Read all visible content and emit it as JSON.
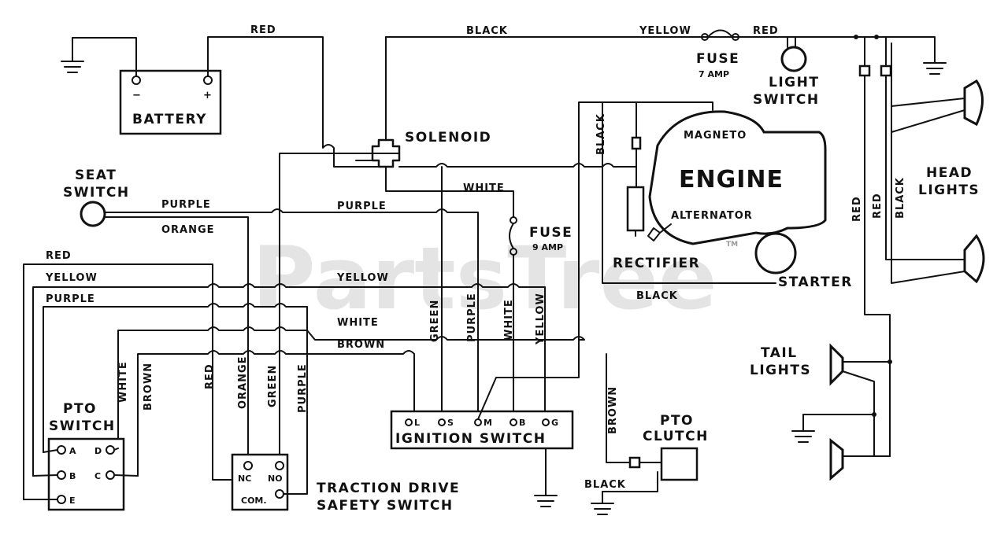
{
  "watermark": "PartsTree",
  "trademark": "TM",
  "components": {
    "battery": "BATTERY",
    "battery_neg": "−",
    "battery_pos": "+",
    "solenoid": "SOLENOID",
    "seat_switch": [
      "SEAT",
      "SWITCH"
    ],
    "fuse_7": [
      "FUSE",
      "7 AMP"
    ],
    "fuse_9": [
      "FUSE",
      "9 AMP"
    ],
    "light_switch": [
      "LIGHT",
      "SWITCH"
    ],
    "magneto": "MAGNETO",
    "engine": "ENGINE",
    "alternator": "ALTERNATOR",
    "rectifier": "RECTIFIER",
    "starter": "STARTER",
    "head_lights": [
      "HEAD",
      "LIGHTS"
    ],
    "tail_lights": [
      "TAIL",
      "LIGHTS"
    ],
    "pto_switch": [
      "PTO",
      "SWITCH"
    ],
    "pto_switch_terms": [
      "A",
      "D",
      "B",
      "C",
      "E"
    ],
    "ignition_switch": "IGNITION SWITCH",
    "ignition_terms": [
      "L",
      "S",
      "M",
      "B",
      "G"
    ],
    "traction_switch": [
      "TRACTION DRIVE",
      "SAFETY SWITCH"
    ],
    "traction_terms": [
      "NC",
      "NO",
      "COM."
    ],
    "pto_clutch": [
      "PTO",
      "CLUTCH"
    ]
  },
  "wire_labels": {
    "red": "RED",
    "black": "BLACK",
    "yellow": "YELLOW",
    "white": "WHITE",
    "purple": "PURPLE",
    "orange": "ORANGE",
    "green": "GREEN",
    "brown": "BROWN"
  }
}
